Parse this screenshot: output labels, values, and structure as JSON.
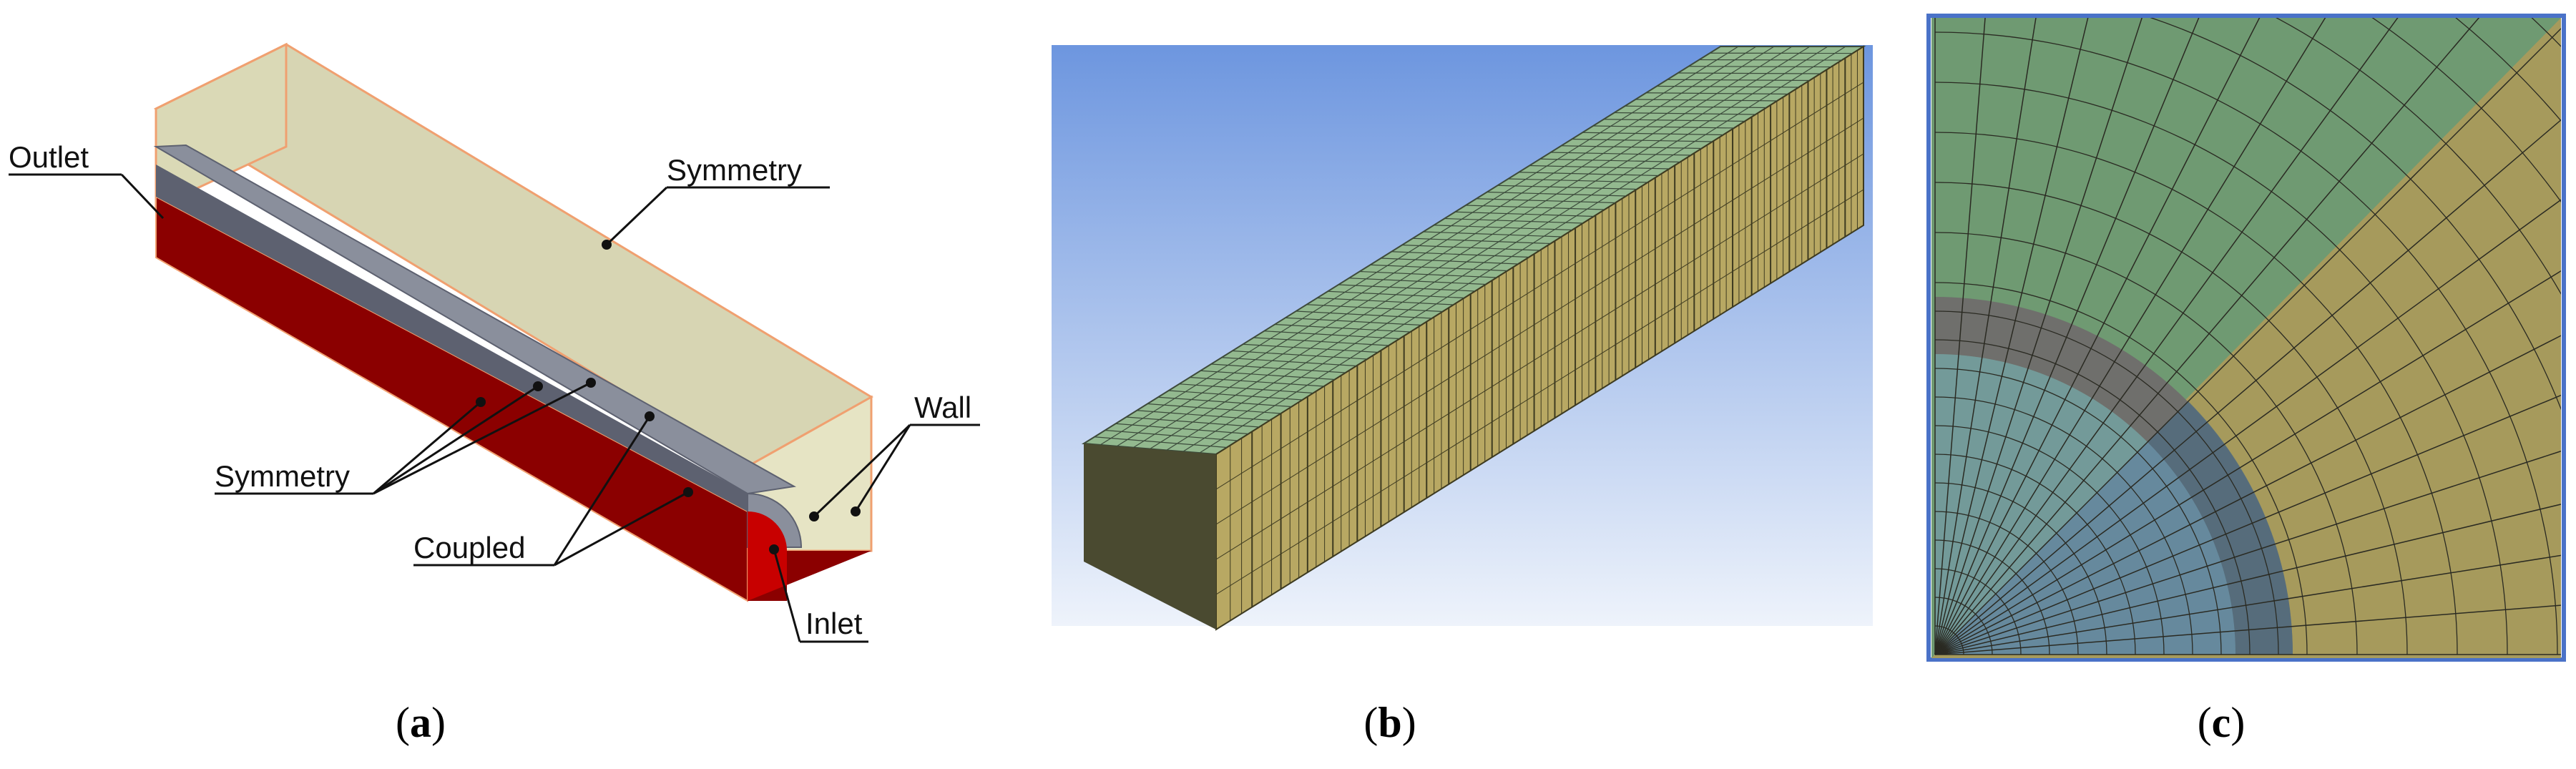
{
  "panel_a": {
    "labels": {
      "outlet": "Outlet",
      "symmetry_top": "Symmetry",
      "symmetry_side": "Symmetry",
      "wall": "Wall",
      "coupled": "Coupled",
      "inlet": "Inlet"
    },
    "colors": {
      "domain": "#d7d5b3",
      "fluid": "#8b0000",
      "pipe_wall": "#8a8f9c",
      "inlet": "#c80000",
      "edge": "#f0a070"
    }
  },
  "panel_b": {
    "colors": {
      "sky_top": "#6d96df",
      "sky_bottom": "#eef3fb",
      "top_face": "#93b98f",
      "side_face": "#b8a863",
      "end_face": "#4a4a30"
    }
  },
  "panel_c": {
    "colors": {
      "outer_green": "#6f9a72",
      "outer_tan": "#a69a5c",
      "wall_grey": "#6f6f6c",
      "wall_blue": "#4d6b80",
      "fluid_green": "#7aa58f",
      "fluid_blue": "#6b8fa6"
    }
  },
  "captions": [
    {
      "open": "(",
      "letter": "a",
      "close": ")"
    },
    {
      "open": "(",
      "letter": "b",
      "close": ")"
    },
    {
      "open": "(",
      "letter": "c",
      "close": ")"
    }
  ]
}
